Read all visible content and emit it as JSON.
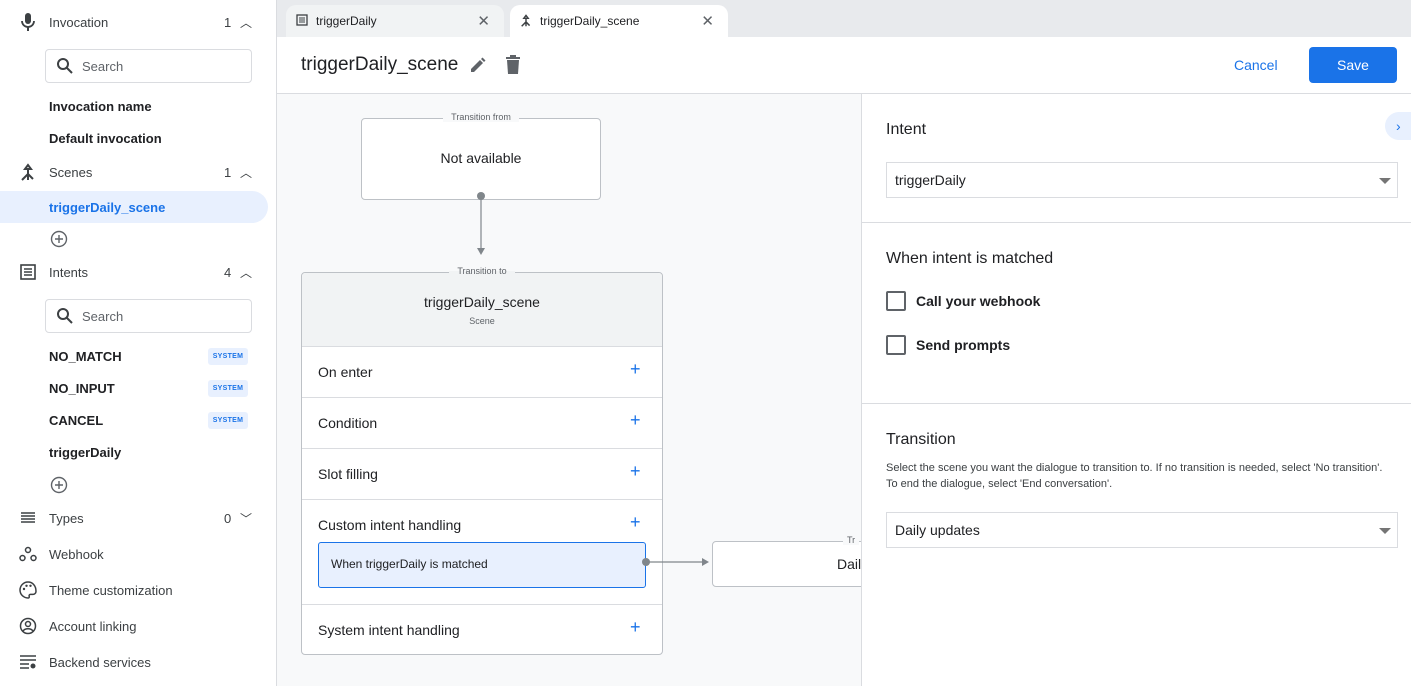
{
  "sidebar": {
    "invocation": {
      "label": "Invocation",
      "count": "1",
      "search_placeholder": "Search",
      "items": [
        "Invocation name",
        "Default invocation"
      ]
    },
    "scenes": {
      "label": "Scenes",
      "count": "1",
      "items": [
        "triggerDaily_scene"
      ],
      "selected": "triggerDaily_scene"
    },
    "intents": {
      "label": "Intents",
      "count": "4",
      "search_placeholder": "Search",
      "items": [
        {
          "label": "NO_MATCH",
          "badge": "SYSTEM"
        },
        {
          "label": "NO_INPUT",
          "badge": "SYSTEM"
        },
        {
          "label": "CANCEL",
          "badge": "SYSTEM"
        },
        {
          "label": "triggerDaily"
        }
      ]
    },
    "types": {
      "label": "Types",
      "count": "0"
    },
    "links": [
      "Webhook",
      "Theme customization",
      "Account linking",
      "Backend services"
    ]
  },
  "tabs": [
    {
      "label": "triggerDaily",
      "icon": "intent-list-icon",
      "active": false
    },
    {
      "label": "triggerDaily_scene",
      "icon": "scene-merge-icon",
      "active": true
    }
  ],
  "header": {
    "title": "triggerDaily_scene",
    "cancel": "Cancel",
    "save": "Save"
  },
  "canvas": {
    "from": {
      "legend": "Transition from",
      "value": "Not available"
    },
    "to": {
      "legend": "Transition to",
      "name": "triggerDaily_scene",
      "type": "Scene"
    },
    "rows": [
      "On enter",
      "Condition",
      "Slot filling",
      "Custom intent handling",
      "System intent handling"
    ],
    "handler": "When triggerDaily is matched",
    "target": {
      "legend": "Tr",
      "value": "Dail"
    }
  },
  "panel": {
    "intent_heading": "Intent",
    "intent_value": "triggerDaily",
    "matched_heading": "When intent is matched",
    "checkboxes": [
      {
        "label": "Call your webhook",
        "checked": false
      },
      {
        "label": "Send prompts",
        "checked": false
      }
    ],
    "transition_heading": "Transition",
    "transition_desc": "Select the scene you want the dialogue to transition to. If no transition is needed, select 'No transition'. To end the dialogue, select 'End conversation'.",
    "transition_value": "Daily updates"
  },
  "colors": {
    "accent": "#1a73e8",
    "selected_bg": "#e8f0fe"
  }
}
